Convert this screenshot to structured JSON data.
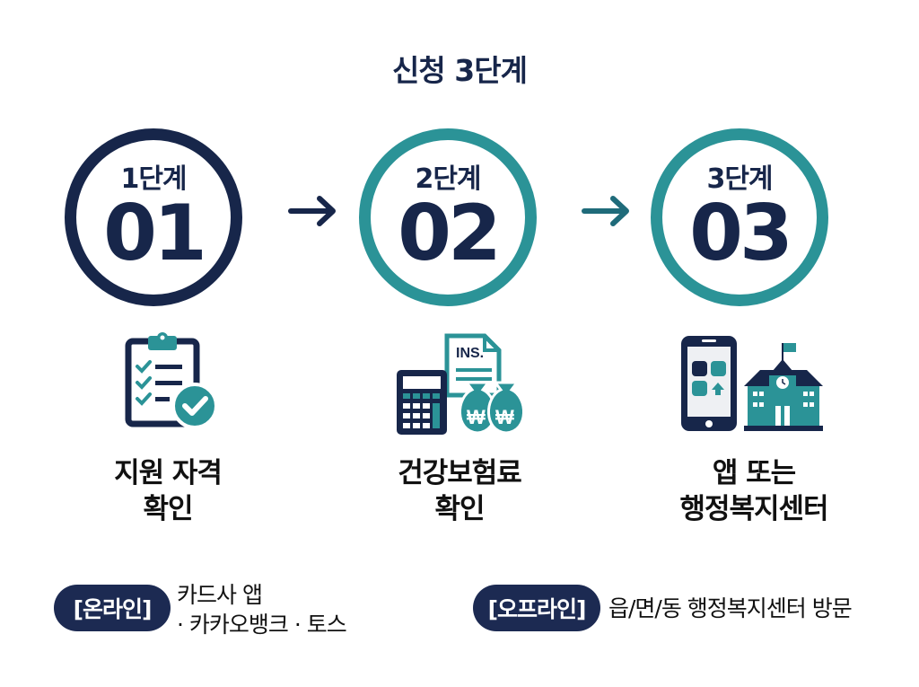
{
  "title": "신청 3단계",
  "colors": {
    "navy": "#17264a",
    "teal": "#2b9397",
    "arrow_navy": "#17264a",
    "arrow_teal": "#1f6b7a",
    "pill_bg": "#1c2a52"
  },
  "steps": [
    {
      "label": "1단계",
      "number": "01",
      "ring_color": "navy",
      "icon": "clipboard-checklist-icon",
      "caption_line1": "지원 자격",
      "caption_line2": "확인"
    },
    {
      "label": "2단계",
      "number": "02",
      "ring_color": "teal",
      "icon": "calculator-insurance-money-icon",
      "icon_doc_text": "INS.",
      "icon_currency": "₩",
      "caption_line1": "건강보험료",
      "caption_line2": "확인"
    },
    {
      "label": "3단계",
      "number": "03",
      "ring_color": "teal",
      "icon": "smartphone-and-building-icon",
      "caption_line1": "앱 또는",
      "caption_line2": "행정복지센터"
    }
  ],
  "arrows": [
    {
      "icon": "arrow-right-icon",
      "color": "navy"
    },
    {
      "icon": "arrow-right-icon",
      "color": "teal"
    }
  ],
  "channels": {
    "online": {
      "badge": "[온라인]",
      "line1": "카드사 앱",
      "line2": "· 카카오뱅크 · 토스"
    },
    "offline": {
      "badge": "[오프라인]",
      "text": "읍/면/동 행정복지센터 방문"
    }
  }
}
